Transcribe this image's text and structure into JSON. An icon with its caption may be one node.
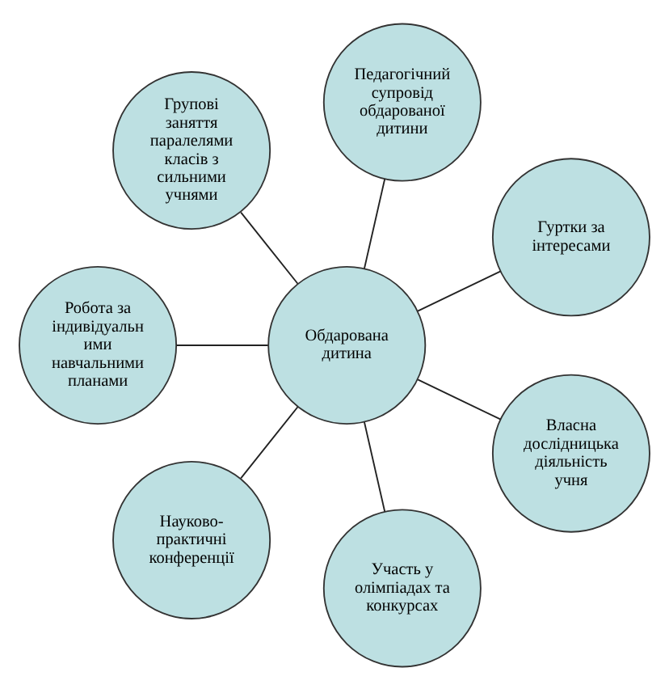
{
  "diagram": {
    "nodes": [
      {
        "text": [
          "Гуртки за інтересами"
        ]
      },
      {
        "text": [
          "Педагогічний супровід обдарованої дитини"
        ]
      },
      {
        "text": [
          "Групові заняття паралелями класів з сильними учнями"
        ]
      },
      {
        "text": [
          "Обдарована дитина"
        ]
      },
      {
        "text": [
          "Робота за індивідуальн ими навчальними планами"
        ]
      },
      {
        "text": [
          "Науково-практичні конференції"
        ]
      },
      {
        "text": [
          "Участь у олімпіадах та конкурсах"
        ]
      },
      {
        "text": [
          "Власна дослідницька діяльність учня"
        ]
      }
    ],
    "edges": [
      {
        "from": 3,
        "to": 0,
        "arrow": "none"
      },
      {
        "from": 3,
        "to": 2,
        "arrow": "none"
      },
      {
        "from": 3,
        "to": 5,
        "arrow": "none"
      },
      {
        "from": 3,
        "to": 7,
        "arrow": "none"
      },
      {
        "from": 3,
        "to": 6,
        "arrow": "none"
      },
      {
        "from": 3,
        "to": 4,
        "arrow": "none"
      },
      {
        "from": 3,
        "to": 1,
        "arrow": "none"
      }
    ]
  }
}
